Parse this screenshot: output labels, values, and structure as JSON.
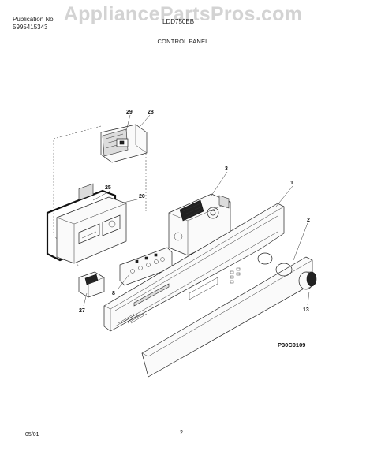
{
  "watermark": "AppliancePartsPros.com",
  "header": {
    "publication_label": "Publication No",
    "publication_number": "5995415343",
    "model": "LDD750EB",
    "section_title": "CONTROL PANEL"
  },
  "callouts": [
    {
      "id": "29",
      "label": "29"
    },
    {
      "id": "28",
      "label": "28"
    },
    {
      "id": "3",
      "label": "3"
    },
    {
      "id": "1",
      "label": "1"
    },
    {
      "id": "25",
      "label": "25"
    },
    {
      "id": "20",
      "label": "20"
    },
    {
      "id": "2",
      "label": "2"
    },
    {
      "id": "8",
      "label": "8"
    },
    {
      "id": "27",
      "label": "27"
    },
    {
      "id": "13",
      "label": "13"
    }
  ],
  "diagram_code": "P30C0109",
  "footer": {
    "date": "05/01",
    "page": "2"
  }
}
